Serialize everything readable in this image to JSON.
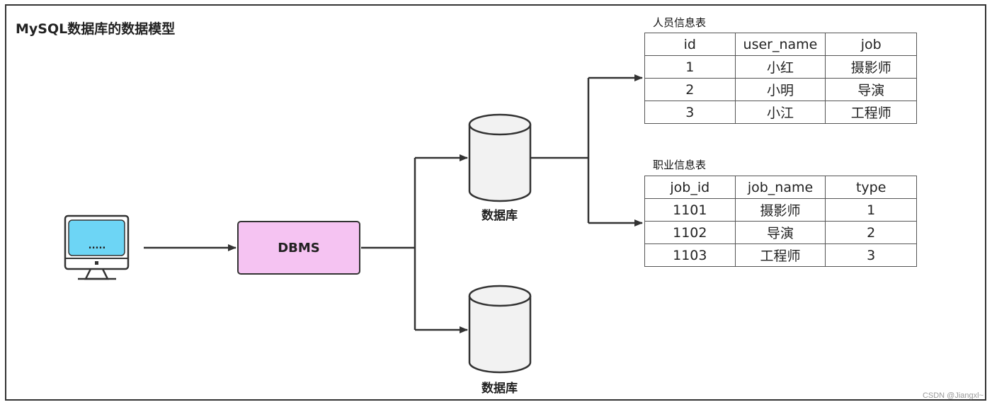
{
  "title": "MySQL数据库的数据模型",
  "dbms_label": "DBMS",
  "monitor_screen_text": ".....",
  "databases": [
    {
      "label": "数据库"
    },
    {
      "label": "数据库"
    }
  ],
  "table_people": {
    "caption": "人员信息表",
    "headers": [
      "id",
      "user_name",
      "job"
    ],
    "rows": [
      [
        "1",
        "小红",
        "摄影师"
      ],
      [
        "2",
        "小明",
        "导演"
      ],
      [
        "3",
        "小江",
        "工程师"
      ]
    ]
  },
  "table_jobs": {
    "caption": "职业信息表",
    "headers": [
      "job_id",
      "job_name",
      "type"
    ],
    "rows": [
      [
        "1101",
        "摄影师",
        "1"
      ],
      [
        "1102",
        "导演",
        "2"
      ],
      [
        "1103",
        "工程师",
        "3"
      ]
    ]
  },
  "watermark": "CSDN @Jiangxl~",
  "colors": {
    "dbms_fill": "#f5c3f2",
    "monitor_screen": "#6dd5f5",
    "cylinder_fill": "#f2f2f2",
    "stroke": "#333333"
  },
  "icons": [
    "computer-monitor-icon",
    "database-cylinder-icon"
  ]
}
